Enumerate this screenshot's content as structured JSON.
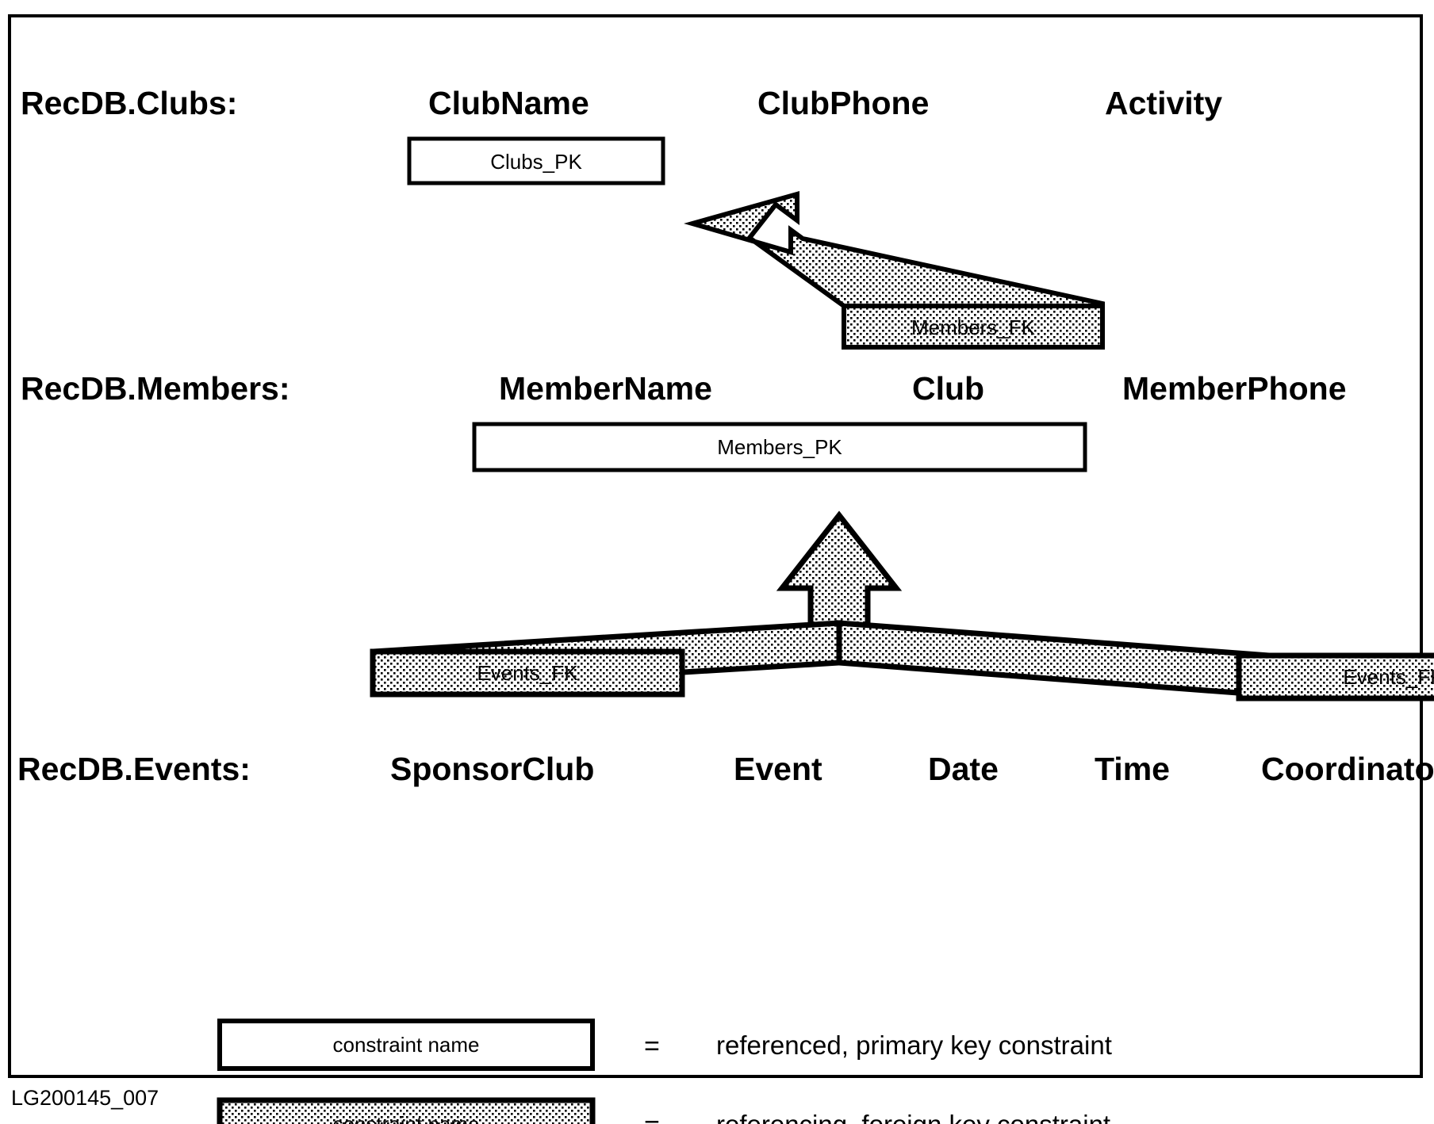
{
  "figure": {
    "id_caption": "LG200145_007"
  },
  "tables": [
    {
      "row_label": "RecDB.Clubs:",
      "columns": [
        "ClubName",
        "ClubPhone",
        "Activity"
      ]
    },
    {
      "row_label": "RecDB.Members:",
      "columns": [
        "MemberName",
        "Club",
        "MemberPhone"
      ]
    },
    {
      "row_label": "RecDB.Events:",
      "columns": [
        "SponsorClub",
        "Event",
        "Date",
        "Time",
        "Coordinator"
      ]
    }
  ],
  "constraints": {
    "clubs_pk": "Clubs_PK",
    "members_pk": "Members_PK",
    "members_fk": "Members_FK",
    "events_fk_left": "Events_FK",
    "events_fk_right": "Events_FK"
  },
  "legend": {
    "equals": "=",
    "rows": [
      {
        "box_label": "constraint name",
        "style": "white",
        "description": "referenced, primary key constraint"
      },
      {
        "box_label": "constraint name",
        "style": "stippled",
        "description": "referencing, foreign key constraint"
      }
    ]
  },
  "colors": {
    "ink": "#000000",
    "paper": "#ffffff",
    "stipple": "#000000"
  }
}
